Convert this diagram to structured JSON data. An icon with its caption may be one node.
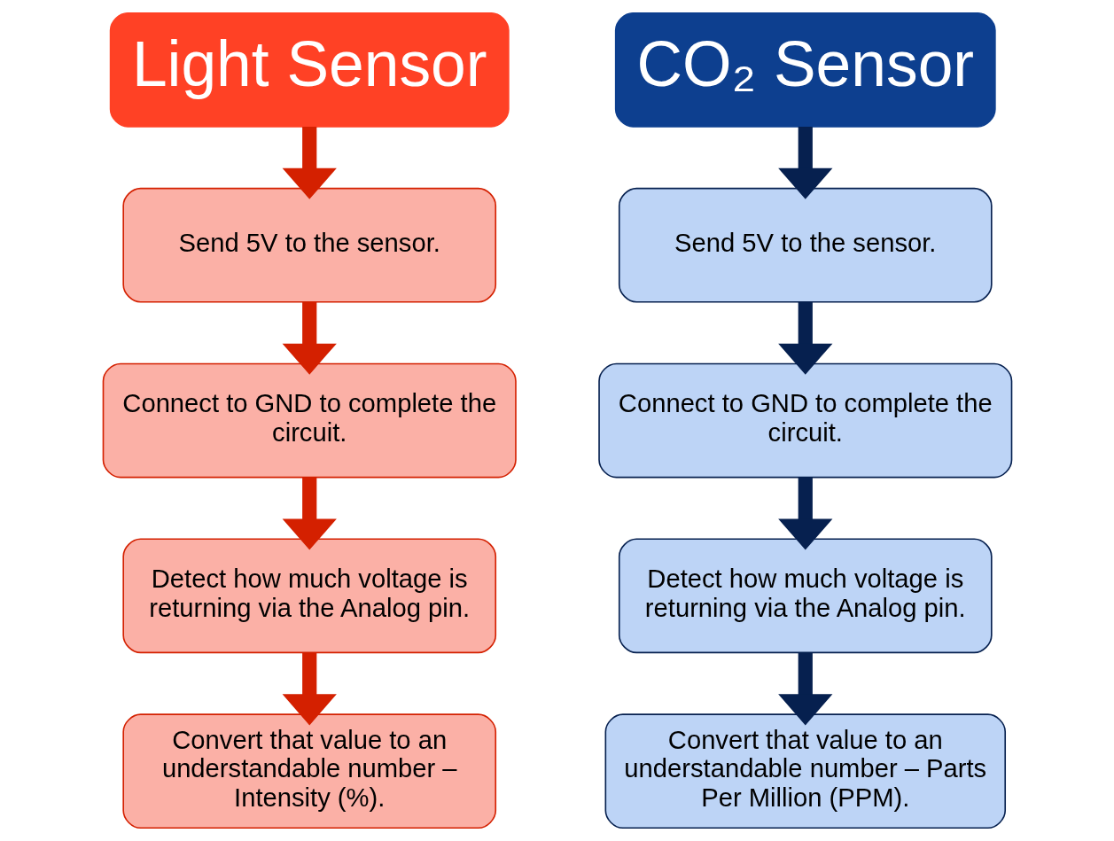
{
  "diagram": {
    "nodes": [
      {
        "text": [
          "Light Sensor"
        ]
      },
      {
        "text": [
          "Send 5V to the sensor."
        ]
      },
      {
        "text": [
          "Connect to GND to complete the circuit."
        ]
      },
      {
        "text": [
          "Detect how much voltage is returning via the Analog pin."
        ]
      },
      {
        "text": [
          "Convert that value to an understandable number – Intensity (%)."
        ]
      },
      {
        "text": [
          "CO₂ Sensor"
        ]
      },
      {
        "text": [
          "Send 5V to the sensor."
        ]
      },
      {
        "text": [
          "Connect to GND to complete the circuit."
        ]
      },
      {
        "text": [
          "Detect how much voltage is returning via the Analog pin."
        ]
      },
      {
        "text": [
          "Convert that value to an understandable number – Parts Per Million (PPM)."
        ]
      }
    ],
    "edges": [
      {
        "from": 0,
        "to": 1,
        "arrow": "to",
        "color": "#d42000"
      },
      {
        "from": 1,
        "to": 2,
        "arrow": "to",
        "color": "#d42000"
      },
      {
        "from": 2,
        "to": 3,
        "arrow": "to",
        "color": "#d42000"
      },
      {
        "from": 3,
        "to": 4,
        "arrow": "to",
        "color": "#d42000"
      },
      {
        "from": 5,
        "to": 6,
        "arrow": "to",
        "color": "#06204f"
      },
      {
        "from": 6,
        "to": 7,
        "arrow": "to",
        "color": "#06204f"
      },
      {
        "from": 7,
        "to": 8,
        "arrow": "to",
        "color": "#06204f"
      },
      {
        "from": 8,
        "to": 9,
        "arrow": "to",
        "color": "#06204f"
      }
    ]
  }
}
